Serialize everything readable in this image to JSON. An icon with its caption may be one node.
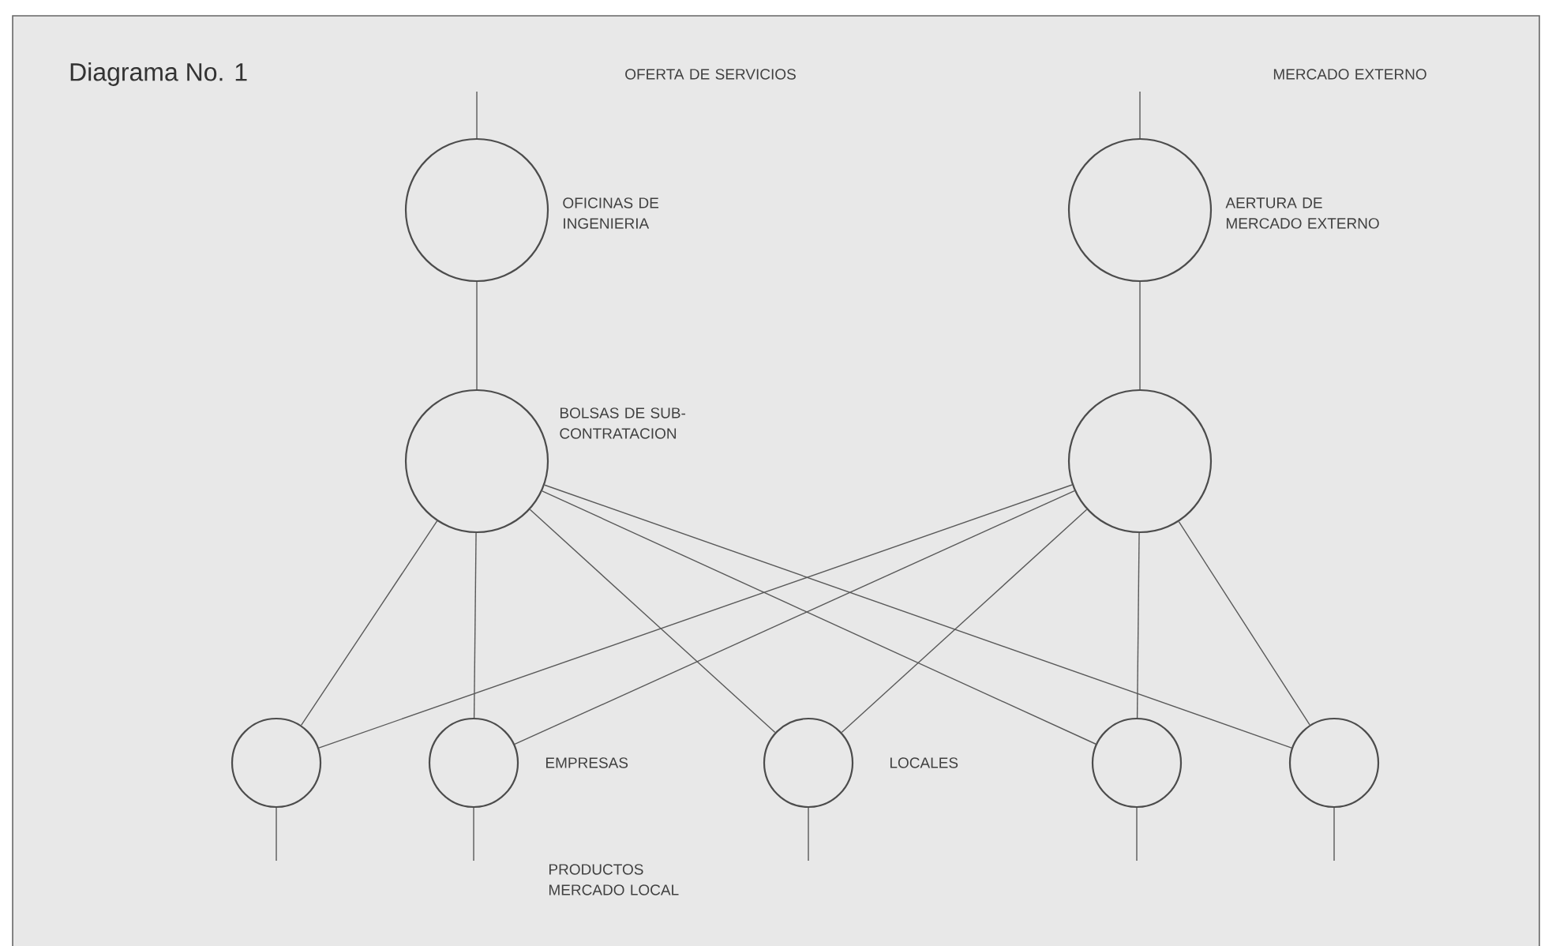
{
  "diagram": {
    "title": "Diagrama No. 1",
    "nodes": [
      {
        "text": [],
        "shape": "circle",
        "beside": [
          "OFICINAS DE INGENIERIA"
        ]
      },
      {
        "text": [],
        "shape": "circle",
        "beside": [
          "BOLSAS DE SUB-CONTRATACION"
        ]
      },
      {
        "text": [],
        "shape": "circle",
        "beside": [
          "AERTURA DE MERCADO EXTERNO"
        ]
      },
      {
        "text": [],
        "shape": "circle"
      },
      {
        "text": [],
        "shape": "circle"
      },
      {
        "text": [],
        "shape": "circle"
      },
      {
        "text": [],
        "shape": "circle"
      },
      {
        "text": [],
        "shape": "circle"
      },
      {
        "text": [],
        "shape": "circle"
      }
    ],
    "edges": [
      {
        "from": null,
        "to": 0,
        "arrow": "none"
      },
      {
        "from": 0,
        "to": 1,
        "arrow": "none"
      },
      {
        "from": null,
        "to": 2,
        "arrow": "none"
      },
      {
        "from": 2,
        "to": 3,
        "arrow": "none"
      },
      {
        "from": 1,
        "to": 4,
        "arrow": "none"
      },
      {
        "from": 1,
        "to": 5,
        "arrow": "none"
      },
      {
        "from": 1,
        "to": 6,
        "arrow": "none"
      },
      {
        "from": 1,
        "to": 7,
        "arrow": "none"
      },
      {
        "from": 1,
        "to": 8,
        "arrow": "none"
      },
      {
        "from": 3,
        "to": 4,
        "arrow": "none"
      },
      {
        "from": 3,
        "to": 5,
        "arrow": "none"
      },
      {
        "from": 3,
        "to": 6,
        "arrow": "none"
      },
      {
        "from": 3,
        "to": 7,
        "arrow": "none"
      },
      {
        "from": 3,
        "to": 8,
        "arrow": "none"
      },
      {
        "from": 4,
        "to": null,
        "arrow": "none"
      },
      {
        "from": 5,
        "to": null,
        "arrow": "none"
      },
      {
        "from": 6,
        "to": null,
        "arrow": "none"
      },
      {
        "from": 7,
        "to": null,
        "arrow": "none"
      },
      {
        "from": 8,
        "to": null,
        "arrow": "none"
      }
    ],
    "labels": [
      "OFERTA DE SERVICIOS",
      "MERCADO EXTERNO",
      "EMPRESAS",
      "LOCALES",
      "PRODUCTOS MERCADO LOCAL"
    ]
  }
}
